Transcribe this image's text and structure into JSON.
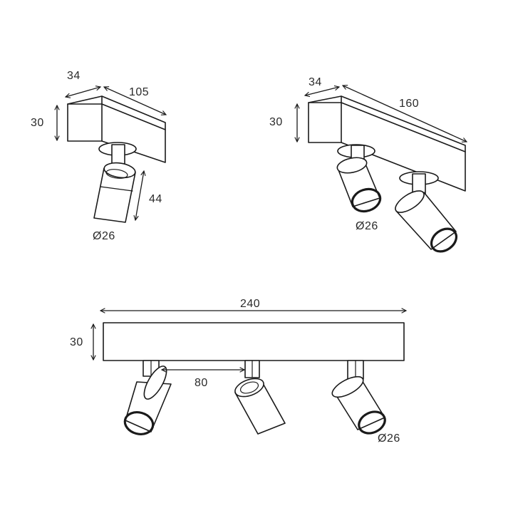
{
  "views": {
    "single": {
      "depth": "34",
      "length": "105",
      "height": "30",
      "spot_length": "44",
      "spot_diameter": "Ø26"
    },
    "double": {
      "depth": "34",
      "length": "160",
      "height": "30",
      "spot_diameter": "Ø26"
    },
    "triple": {
      "length": "240",
      "height": "30",
      "spacing": "80",
      "spot_diameter": "Ø26"
    }
  }
}
